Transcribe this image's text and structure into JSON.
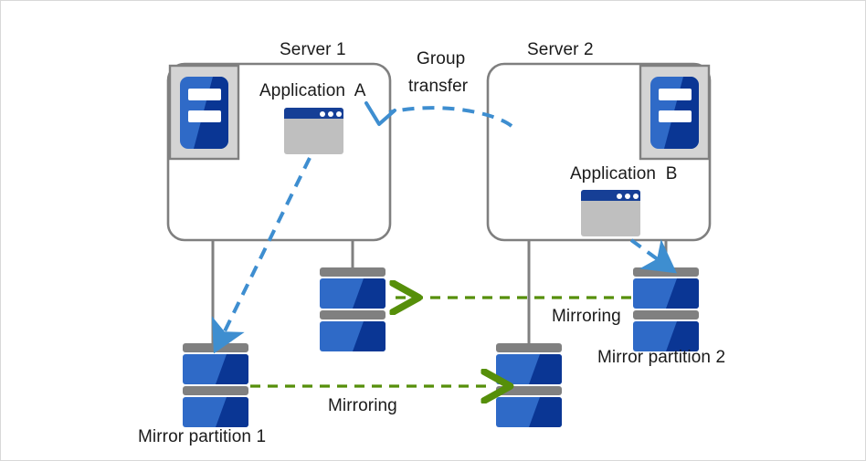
{
  "diagram": {
    "title": "Mirror disk / group transfer failover diagram",
    "colors": {
      "server_box_border": "#7f7f7f",
      "connector_line": "#808080",
      "disk_blue_light": "#2f6ac7",
      "disk_blue_dark": "#0a3694",
      "disk_bar_gray": "#808080",
      "app_titlebar": "#163f96",
      "app_body": "#bfbfbf",
      "server_icon_frame": "#d4d4d4",
      "server_icon_border": "#808080",
      "transfer_arrow_blue": "#3e8ed0",
      "mirror_arrow_green": "#568f0a",
      "text": "#1a1a1a",
      "page_border": "#d8d8d8"
    },
    "servers": [
      {
        "id": "server-1",
        "label": "Server 1",
        "application": {
          "id": "application-a",
          "label": "Application  A",
          "icon": "app-window-icon"
        },
        "icon": "server-rack-icon"
      },
      {
        "id": "server-2",
        "label": "Server 2",
        "application": {
          "id": "application-b",
          "label": "Application  B",
          "icon": "app-window-icon"
        },
        "icon": "server-rack-icon"
      }
    ],
    "disks": [
      {
        "id": "disk-mirror-partition-1",
        "label": "Mirror partition 1",
        "icon": "disk-stack-icon"
      },
      {
        "id": "disk-server1-upper",
        "label": "",
        "icon": "disk-stack-icon"
      },
      {
        "id": "disk-server2-lower",
        "label": "",
        "icon": "disk-stack-icon"
      },
      {
        "id": "disk-mirror-partition-2",
        "label": "Mirror partition 2",
        "icon": "disk-stack-icon"
      }
    ],
    "arrows": [
      {
        "id": "group-transfer-arrow",
        "label": "Group\ntransfer",
        "label_line1": "Group",
        "label_line2": "transfer",
        "style": "dashed-curved",
        "color": "#3e8ed0",
        "direction": "right-to-left"
      },
      {
        "id": "mirroring-arrow-upper",
        "label": "Mirroring",
        "style": "dashed",
        "color": "#568f0a",
        "direction": "right-to-left"
      },
      {
        "id": "mirroring-arrow-lower",
        "label": "Mirroring",
        "style": "dashed",
        "color": "#568f0a",
        "direction": "left-to-right"
      },
      {
        "id": "app-a-to-partition-1-arrow",
        "label": "",
        "style": "dashed",
        "color": "#3e8ed0",
        "direction": "down-left"
      },
      {
        "id": "app-b-to-partition-2-arrow",
        "label": "",
        "style": "dashed",
        "color": "#3e8ed0",
        "direction": "down-right"
      }
    ]
  }
}
